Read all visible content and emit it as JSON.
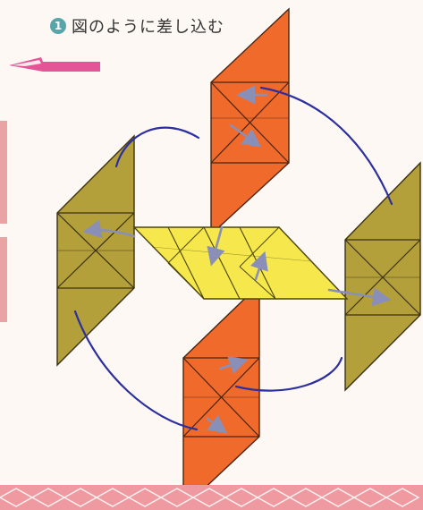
{
  "step": {
    "number": "1",
    "text": "図のように差し込む"
  },
  "icons": {
    "step_badge": "circled-number",
    "pointer": "pink-pointer-flag-icon",
    "arrows": "insert-direction-arrow-icon"
  },
  "colors": {
    "background": "#fdf8f3",
    "badge": "#59a6aa",
    "orange_unit": "#f06a2c",
    "olive_unit": "#b4a03a",
    "yellow_unit": "#f6e84c",
    "arc_arrow": "#2c2f9e",
    "insert_arrow": "#8a8fb8",
    "pointer_pink": "#e45597",
    "border_pink": "#ef9aa0"
  }
}
